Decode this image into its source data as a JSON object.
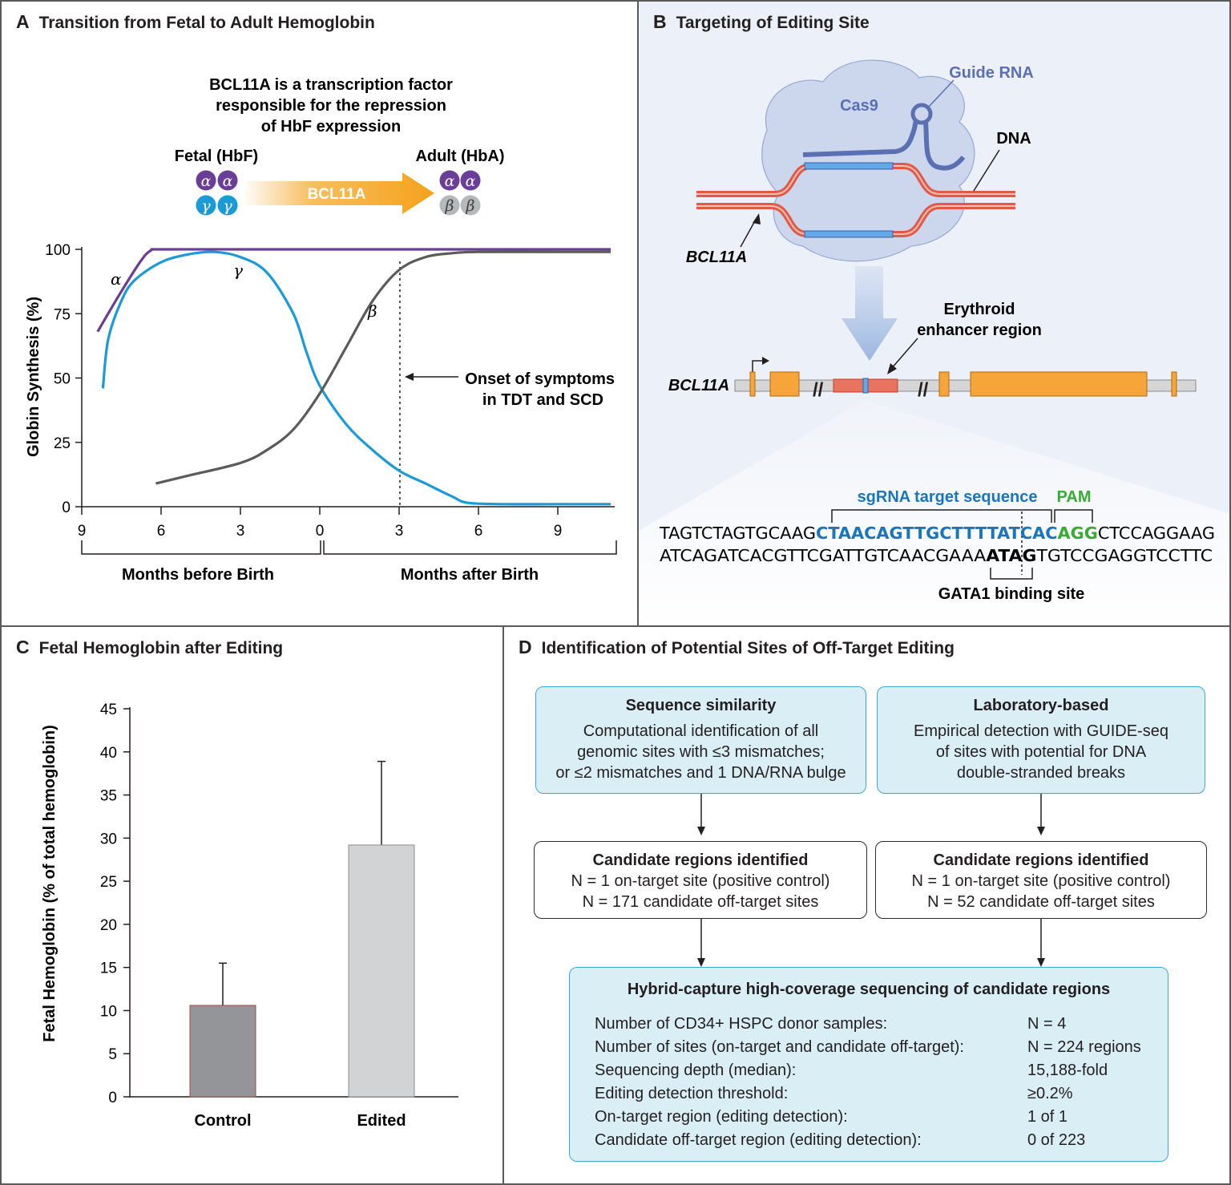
{
  "panel_a": {
    "letter": "A",
    "title": "Transition from Fetal to Adult Hemoglobin",
    "description": [
      "BCL11A is a transcription factor",
      "responsible for the repression",
      "of HbF expression"
    ],
    "fetal_label": "Fetal (HbF)",
    "adult_label": "Adult (HbA)",
    "arrow_label": "BCL11A",
    "alpha": "α",
    "gamma": "γ",
    "beta": "β",
    "onset_label": [
      "Onset of symptoms",
      "in TDT and SCD"
    ],
    "group_before": "Months before Birth",
    "group_after": "Months after Birth",
    "colors": {
      "alpha": "#6a3d96",
      "gamma": "#1b9ad6",
      "beta": "#5b5b5b",
      "arrow": "#f5a21b"
    }
  },
  "panel_b": {
    "letter": "B",
    "title": "Targeting of Editing Site",
    "guide_rna": "Guide RNA",
    "cas9": "Cas9",
    "dna": "DNA",
    "bcl11a_top": "BCL11A",
    "bcl11a_gene": "BCL11A",
    "enhancer_label": [
      "Erythroid",
      "enhancer region"
    ],
    "sgrna_label": "sgRNA target sequence",
    "pam_label": "PAM",
    "seq_top_pre": "TAGTCTAGTGCAAG",
    "seq_top_target": "CTAACAGTTGCTTTTATCAC",
    "seq_top_pam": "AGG",
    "seq_top_post": "CTCCAGGAAG",
    "seq_bottom_pre": "ATCAGATCACGTTCGATTGTCAACGAAA",
    "seq_bottom_bold": "ATAG",
    "seq_bottom_post": "TGTCCGAGGTCCTTC",
    "gata1_label": "GATA1 binding site",
    "colors": {
      "target": "#1b75bb",
      "pam": "#3aaa35",
      "dna": "#e05a45",
      "exon": "#f5a53a"
    }
  },
  "panel_c": {
    "letter": "C",
    "title": "Fetal Hemoglobin after Editing"
  },
  "panel_d": {
    "letter": "D",
    "title": "Identification of Potential Sites of Off-Target Editing",
    "left_top": {
      "head": "Sequence similarity",
      "lines": [
        "Computational identification of all",
        "genomic sites with ≤3 mismatches;",
        "or ≤2 mismatches and 1 DNA/RNA bulge"
      ]
    },
    "right_top": {
      "head": "Laboratory-based",
      "lines": [
        "Empirical detection with GUIDE-seq",
        "of sites with potential for DNA",
        "double-stranded breaks"
      ]
    },
    "left_mid": {
      "head": "Candidate regions identified",
      "lines": [
        "N = 1 on-target site (positive control)",
        "N = 171 candidate off-target sites"
      ]
    },
    "right_mid": {
      "head": "Candidate regions identified",
      "lines": [
        "N = 1 on-target site (positive control)",
        "N = 52 candidate off-target sites"
      ]
    },
    "bottom": {
      "head": "Hybrid-capture high-coverage sequencing of candidate regions",
      "rows": [
        {
          "k": "Number of CD34+ HSPC donor samples:",
          "v": "N = 4"
        },
        {
          "k": "Number of sites (on-target and candidate off-target):",
          "v": "N = 224 regions"
        },
        {
          "k": "Sequencing depth (median):",
          "v": "15,188-fold"
        },
        {
          "k": "Editing detection threshold:",
          "v": "≥0.2%"
        },
        {
          "k": "On-target region (editing detection):",
          "v": "1 of 1"
        },
        {
          "k": "Candidate off-target region (editing detection):",
          "v": "0 of 223"
        }
      ]
    }
  },
  "chart_data": [
    {
      "type": "line",
      "ylabel": "Globin Synthesis (%)",
      "ylim": [
        0,
        100
      ],
      "yticks": [
        "0",
        "25",
        "50",
        "75",
        "100"
      ],
      "xticks": [
        "9",
        "6",
        "3",
        "0",
        "3",
        "6",
        "9"
      ],
      "xlim": [
        -9,
        11
      ],
      "series": [
        {
          "name": "α",
          "x": [
            -8.4,
            -7.6,
            -6.8,
            -6.4,
            -6,
            -3,
            0,
            3,
            6,
            9,
            11
          ],
          "y": [
            68,
            82,
            95,
            99.5,
            100,
            100,
            100,
            100,
            100,
            100,
            100
          ]
        },
        {
          "name": "γ",
          "x": [
            -8.2,
            -8,
            -7.5,
            -7,
            -6,
            -5,
            -4,
            -3,
            -2,
            -1,
            -0.5,
            0,
            1,
            2,
            3,
            4,
            5,
            5.6,
            7,
            9,
            11
          ],
          "y": [
            46,
            65,
            80,
            88,
            95,
            98,
            99,
            97,
            91,
            75,
            60,
            47,
            32,
            22,
            14,
            9,
            4,
            1.5,
            1,
            1,
            1
          ]
        },
        {
          "name": "β",
          "x": [
            -6.2,
            -5,
            -3,
            -2,
            -1,
            0,
            1,
            2,
            3,
            4,
            5,
            6,
            9,
            11
          ],
          "y": [
            9,
            12,
            17,
            22,
            30,
            44,
            62,
            80,
            92,
            97,
            98.5,
            99,
            99,
            99
          ]
        }
      ]
    },
    {
      "type": "bar",
      "ylabel": "Fetal Hemoglobin (% of total hemoglobin)",
      "categories": [
        "Control",
        "Edited"
      ],
      "values": [
        10.6,
        29.2
      ],
      "error_upper": [
        15.5,
        38.9
      ],
      "ylim": [
        0,
        45
      ],
      "yticks": [
        "0",
        "5",
        "10",
        "15",
        "20",
        "25",
        "30",
        "35",
        "40",
        "45"
      ],
      "colors": [
        "#939598",
        "#d1d3d4"
      ]
    }
  ]
}
